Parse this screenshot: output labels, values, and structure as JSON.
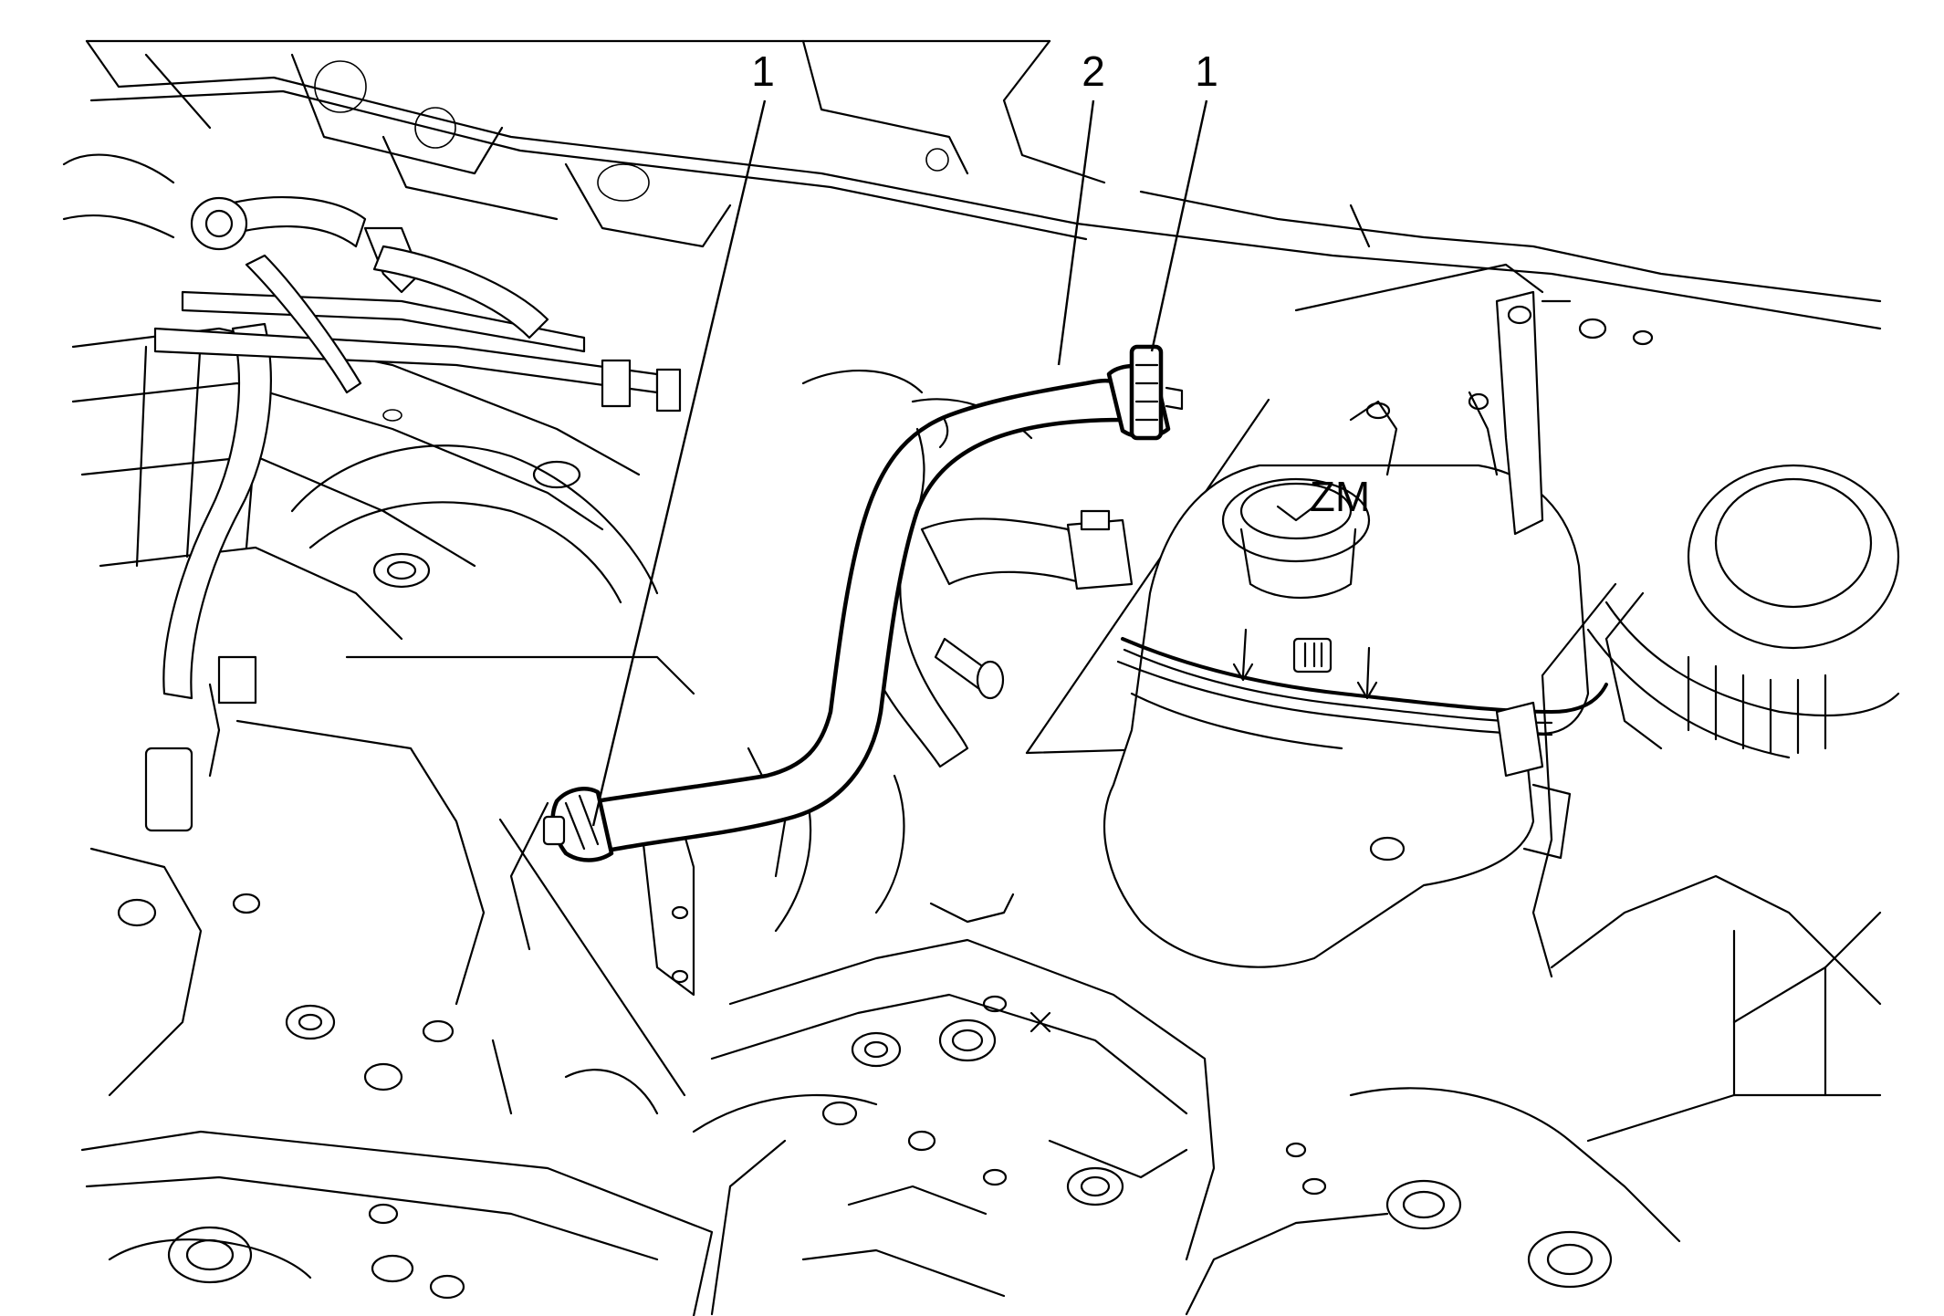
{
  "figure": {
    "callouts": [
      {
        "id": "clamp-left",
        "label": "1"
      },
      {
        "id": "hose",
        "label": "2"
      },
      {
        "id": "clamp-right",
        "label": "1"
      }
    ],
    "tank_cap_text": "ZM"
  }
}
